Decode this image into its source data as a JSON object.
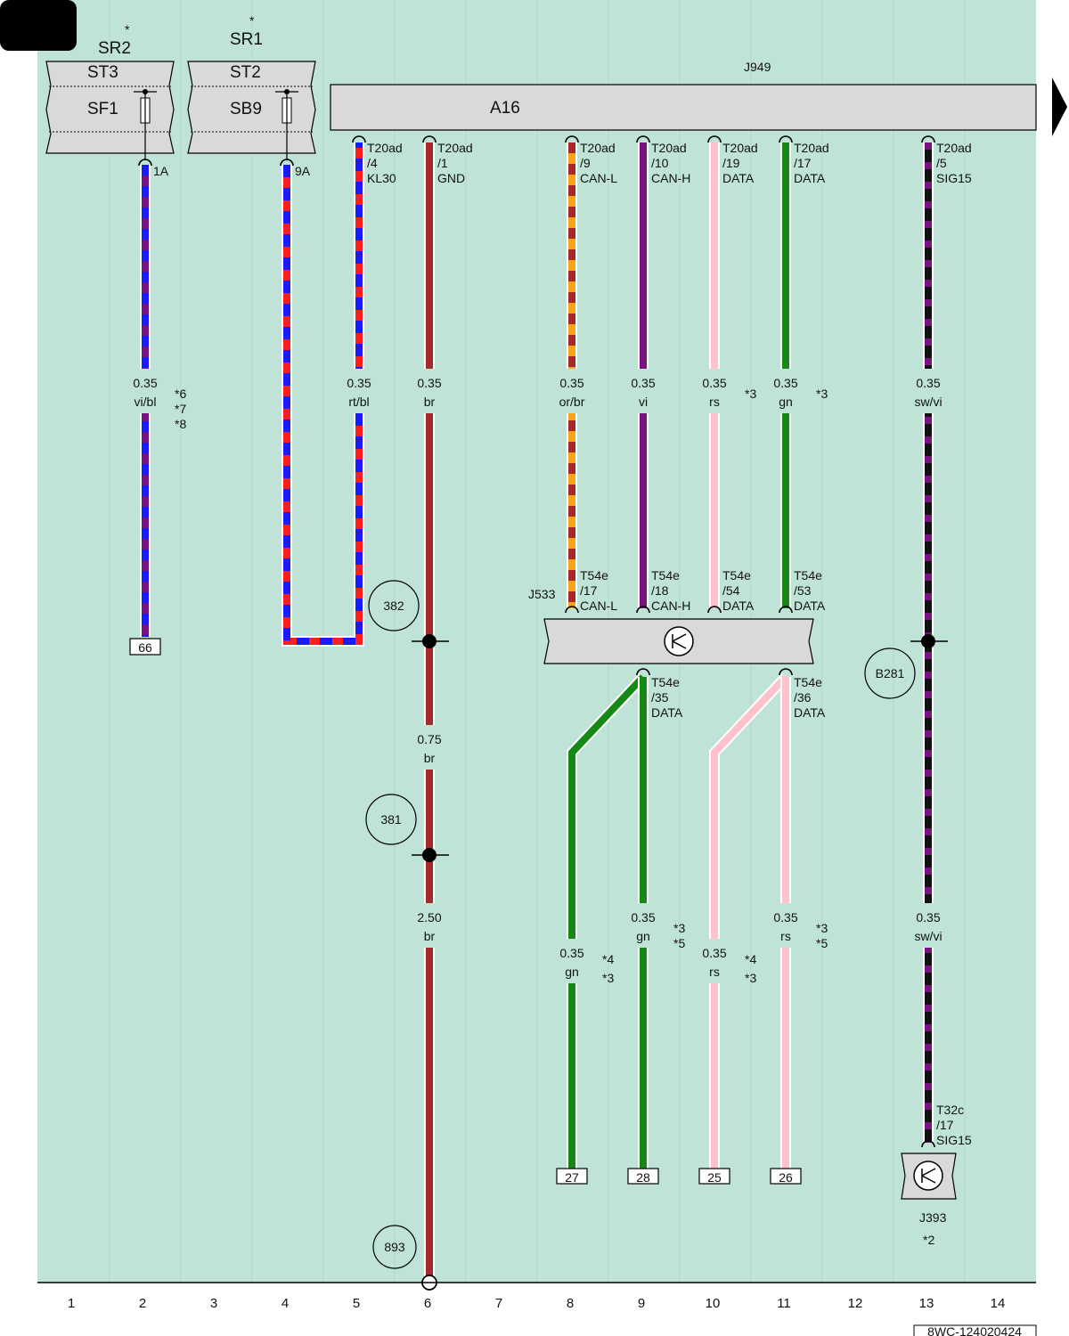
{
  "wire_colors": {
    "vi": "#7a1283",
    "bl": "#1a1aff",
    "rt": "#ff1c1c",
    "br": "#a8292b",
    "or": "#f9a51b",
    "rs": "#ffc2cc",
    "gn": "#148a14",
    "sw": "#111111",
    "background": "#bfe3d6",
    "component": "#d9d9d9"
  },
  "components": {
    "sr2": {
      "name": "SR2",
      "asterisk": "*",
      "top": "ST3",
      "fuse": "SF1"
    },
    "sr1": {
      "name": "SR1",
      "asterisk": "*",
      "top": "ST2",
      "fuse": "SB9"
    },
    "j949": {
      "name": "J949",
      "inner": "A16"
    },
    "j533": {
      "name": "J533"
    },
    "j393": {
      "name": "J393",
      "note": "*2"
    }
  },
  "fuse_pins": {
    "sr2": "1A",
    "sr1": "9A"
  },
  "connectors": [
    {
      "id": "c5",
      "line1": "T20ad",
      "line2": "/4",
      "line3": "KL30"
    },
    {
      "id": "c6",
      "line1": "T20ad",
      "line2": "/1",
      "line3": "GND"
    },
    {
      "id": "c8",
      "line1": "T20ad",
      "line2": "/9",
      "line3": "CAN-L"
    },
    {
      "id": "c9",
      "line1": "T20ad",
      "line2": "/10",
      "line3": "CAN-H"
    },
    {
      "id": "c10",
      "line1": "T20ad",
      "line2": "/19",
      "line3": "DATA"
    },
    {
      "id": "c11",
      "line1": "T20ad",
      "line2": "/17",
      "line3": "DATA"
    },
    {
      "id": "c13",
      "line1": "T20ad",
      "line2": "/5",
      "line3": "SIG15"
    },
    {
      "id": "j8",
      "line1": "T54e",
      "line2": "/17",
      "line3": "CAN-L"
    },
    {
      "id": "j9",
      "line1": "T54e",
      "line2": "/18",
      "line3": "CAN-H"
    },
    {
      "id": "j10",
      "line1": "T54e",
      "line2": "/54",
      "line3": "DATA"
    },
    {
      "id": "j11",
      "line1": "T54e",
      "line2": "/53",
      "line3": "DATA"
    },
    {
      "id": "jb9",
      "line1": "T54e",
      "line2": "/35",
      "line3": "DATA"
    },
    {
      "id": "jb11",
      "line1": "T54e",
      "line2": "/36",
      "line3": "DATA"
    },
    {
      "id": "k13",
      "line1": "T32c",
      "line2": "/17",
      "line3": "SIG15"
    }
  ],
  "wire_labels": [
    {
      "id": "w2",
      "size": "0.35",
      "color": "vi/bl",
      "notes": [
        "*6",
        "*7",
        "*8"
      ]
    },
    {
      "id": "w5",
      "size": "0.35",
      "color": "rt/bl",
      "notes": []
    },
    {
      "id": "w6a",
      "size": "0.35",
      "color": "br",
      "notes": []
    },
    {
      "id": "w8",
      "size": "0.35",
      "color": "or/br",
      "notes": []
    },
    {
      "id": "w9",
      "size": "0.35",
      "color": "vi",
      "notes": []
    },
    {
      "id": "w10",
      "size": "0.35",
      "color": "rs",
      "notes": [
        "*3"
      ]
    },
    {
      "id": "w11",
      "size": "0.35",
      "color": "gn",
      "notes": [
        "*3"
      ]
    },
    {
      "id": "w13a",
      "size": "0.35",
      "color": "sw/vi",
      "notes": []
    },
    {
      "id": "w6b",
      "size": "0.75",
      "color": "br",
      "notes": []
    },
    {
      "id": "w6c",
      "size": "2.50",
      "color": "br",
      "notes": []
    },
    {
      "id": "w8b",
      "size": "0.35",
      "color": "gn",
      "notes": [
        "*4",
        "*3"
      ]
    },
    {
      "id": "w9b",
      "size": "0.35",
      "color": "gn",
      "notes": [
        "*3",
        "*5"
      ]
    },
    {
      "id": "w10b",
      "size": "0.35",
      "color": "rs",
      "notes": [
        "*4",
        "*3"
      ]
    },
    {
      "id": "w11b",
      "size": "0.35",
      "color": "rs",
      "notes": [
        "*3",
        "*5"
      ]
    },
    {
      "id": "w13b",
      "size": "0.35",
      "color": "sw/vi",
      "notes": []
    }
  ],
  "references": {
    "w2": "66",
    "w8b": "27",
    "w9b": "28",
    "w10b": "25",
    "w11b": "26"
  },
  "ground_points": {
    "g382": "382",
    "g381": "381",
    "g893": "893",
    "b281": "B281"
  },
  "columns": [
    "1",
    "2",
    "3",
    "4",
    "5",
    "6",
    "7",
    "8",
    "9",
    "10",
    "11",
    "12",
    "13",
    "14"
  ],
  "diagram_code": "8WC-124020424"
}
